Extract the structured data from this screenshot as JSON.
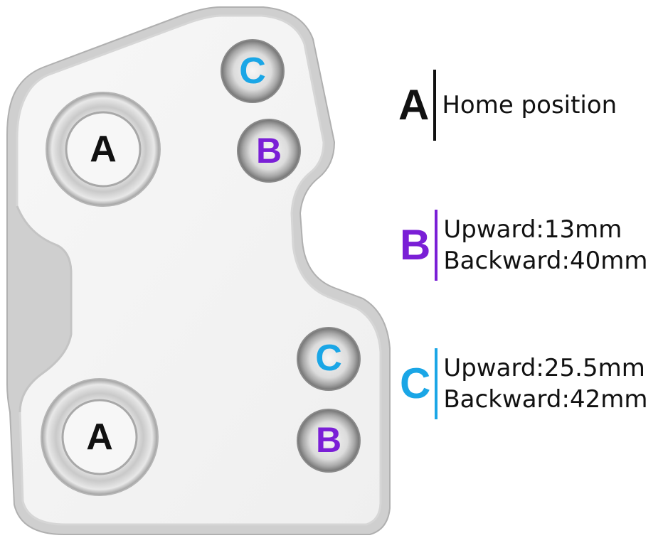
{
  "colors": {
    "A": "#111111",
    "B": "#7a1fd6",
    "C": "#1aa6e6",
    "plate_edge": "#bdbdbd",
    "plate_face": "#f4f4f4"
  },
  "holes": {
    "a_top": "A",
    "a_bottom": "A",
    "b_top": "B",
    "b_bottom": "B",
    "c_top": "C",
    "c_bottom": "C"
  },
  "legend": {
    "a": {
      "letter": "A",
      "line1": "Home position"
    },
    "b": {
      "letter": "B",
      "line1": "Upward:13mm",
      "line2": "Backward:40mm"
    },
    "c": {
      "letter": "C",
      "line1": "Upward:25.5mm",
      "line2": "Backward:42mm"
    }
  }
}
